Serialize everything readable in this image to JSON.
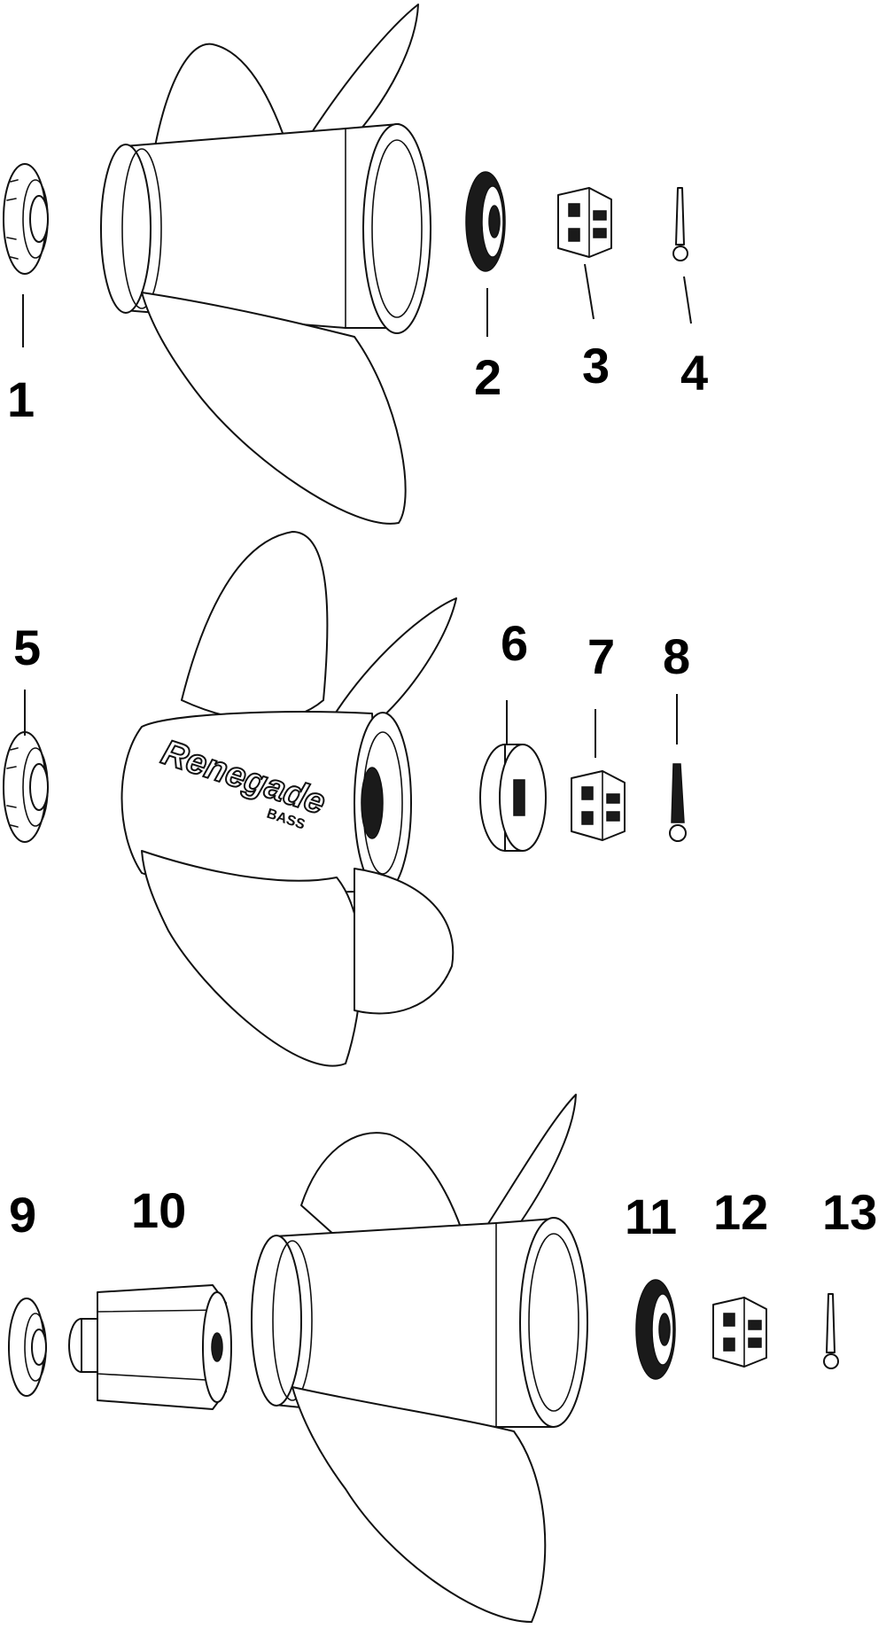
{
  "callouts": [
    "1",
    "2",
    "3",
    "4",
    "5",
    "6",
    "7",
    "8",
    "9",
    "10",
    "11",
    "12",
    "13"
  ],
  "brand": {
    "logo_text": "Renegade",
    "sub_text": "BASS"
  }
}
